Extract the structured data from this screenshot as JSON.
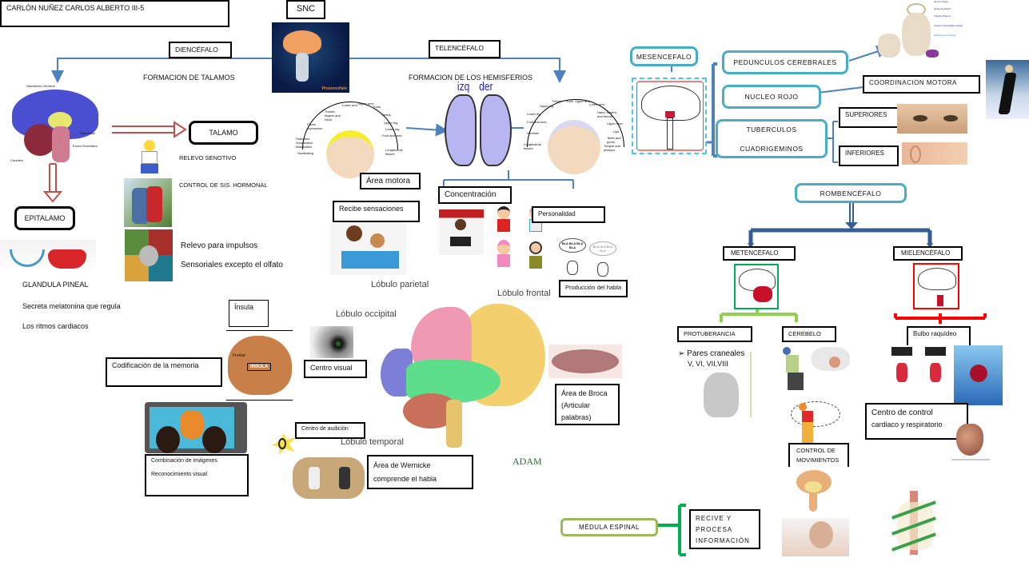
{
  "header": {
    "author": "CARLÓN NUÑEZ CARLOS ALBERTO III-5",
    "root": "SNC",
    "root_image_caption": "Prosencéfalo"
  },
  "diencefalo": {
    "title": "DIENCÉFALO",
    "subtitle": "FORMACION DE TALAMOS",
    "image_labels": [
      "Hemisferio Cerebral",
      "Diencefalo",
      "Tronco Encefálico",
      "Cerebelo"
    ],
    "talamo": {
      "title": "TALAMO",
      "items": [
        "RELEVO SENOTIVO",
        "CONTROL DE SIS. HORMONAL",
        "Relevo para impulsos",
        "Sensoriales excepto el olfato"
      ]
    },
    "epitalamo": {
      "title": "EPITALAMO",
      "items": [
        "GLANDULA PINEAL",
        "Secreta melatonina que regula",
        "Los ritmos cardiacos"
      ]
    }
  },
  "telencefalo": {
    "title": "TELENCÉFALO",
    "subtitle": "FORMACION DE LOS HEMISFERIOS",
    "hemispheres": {
      "left": "izq",
      "right": "der"
    },
    "motor_labels_left": [
      "Lower arm",
      "Upper arm",
      "Trunk",
      "Thumb, fingers and hand",
      "Pelvis",
      "Facial expression",
      "Upper leg",
      "Lower leg",
      "Foot and toes",
      "Salivation Vocalization Mastication",
      "Swallowing",
      "Longitudinal fissure"
    ],
    "motor_labels_right": [
      "Upper leg",
      "Pelvis",
      "Trunk",
      "Upper arm",
      "Lower arm",
      "Lower leg",
      "Hand, fingers, and thumb",
      "Foot and toes",
      "Genitals",
      "Upper face",
      "Lips",
      "Teeth and gums",
      "Tongue and pharynx",
      "Longitudinal fissure"
    ],
    "area_motora": "Área motora",
    "recibe_sensaciones": "Recibe sensaciones",
    "concentracion": "Concentración",
    "personalidad": "Personalidad",
    "bla": [
      "BLA BLA BLA BLA",
      "BLA BLA BLA BLA"
    ],
    "produccion_habla": "Producción del habla",
    "lobes": {
      "parietal": "Lóbulo parietal",
      "frontal": "Lóbulo frontal",
      "occipital": "Lóbulo occipital",
      "temporal": "Lóbulo temporal"
    },
    "insula": "Ínsula",
    "insula_image_labels": [
      "Frontal",
      "INSULA"
    ],
    "codificacion": "Codificación de la memoria",
    "centro_visual": "Centro visual",
    "broca": [
      "Área de Broca",
      "(Articular",
      "palabras)"
    ],
    "combinacion": [
      "Combinación de imágenes",
      "Reconocimiento visual"
    ],
    "centro_audicion": "Centro de audición",
    "wernicke": [
      "Área de Wernicke",
      "comprende el habla"
    ],
    "adam": "ADAM"
  },
  "mesencefalo": {
    "title": "MESENCEFALO",
    "pedunculos": "PEDUNCULOS CEREBRALES",
    "nucleo_rojo": "NUCLEO ROJO",
    "coordinacion": "COORDINACION MOTORA",
    "tuberculos": [
      "TUBERCULOS",
      "CUADRIGEMINOS"
    ],
    "superiores": "SUPERIORES",
    "inferiores": "INFERIORES",
    "optic_labels": [
      "Nervio Óptico",
      "Quiasma Óptico",
      "Tractos Ópticos",
      "Cuerpo Geniculado Lateral",
      "Radiaciones Ópticas"
    ]
  },
  "rombencefalo": {
    "title": "ROMBENCÉFALO",
    "metencefalo": "METENCÉFALO",
    "mielencefalo": "MIELENCÉFALO",
    "protuberancia": "PROTUBERANCIA",
    "pares": [
      "Pares craneales",
      "V, VI, VII,VIII"
    ],
    "cerebelo": "CEREBELO",
    "control_mov": [
      "CONTROL DE",
      "MOVIMIENTOS"
    ],
    "bulbo": "Bulbo raquídeo",
    "centro_control": [
      "Centro de control",
      "cardiaco y respiratorio"
    ]
  },
  "medula": {
    "title": "MÉDULA ESPINAL",
    "desc": [
      "RECIVE Y",
      "PROCESA",
      "INFORMACIÓN"
    ]
  },
  "colors": {
    "connector_blue": "#4f81bd",
    "teal": "#4bacc6",
    "arrow_red": "#c0504d",
    "green": "#92d050",
    "dark_green": "#00b050",
    "red": "#ff0000",
    "navy": "#365f91"
  }
}
